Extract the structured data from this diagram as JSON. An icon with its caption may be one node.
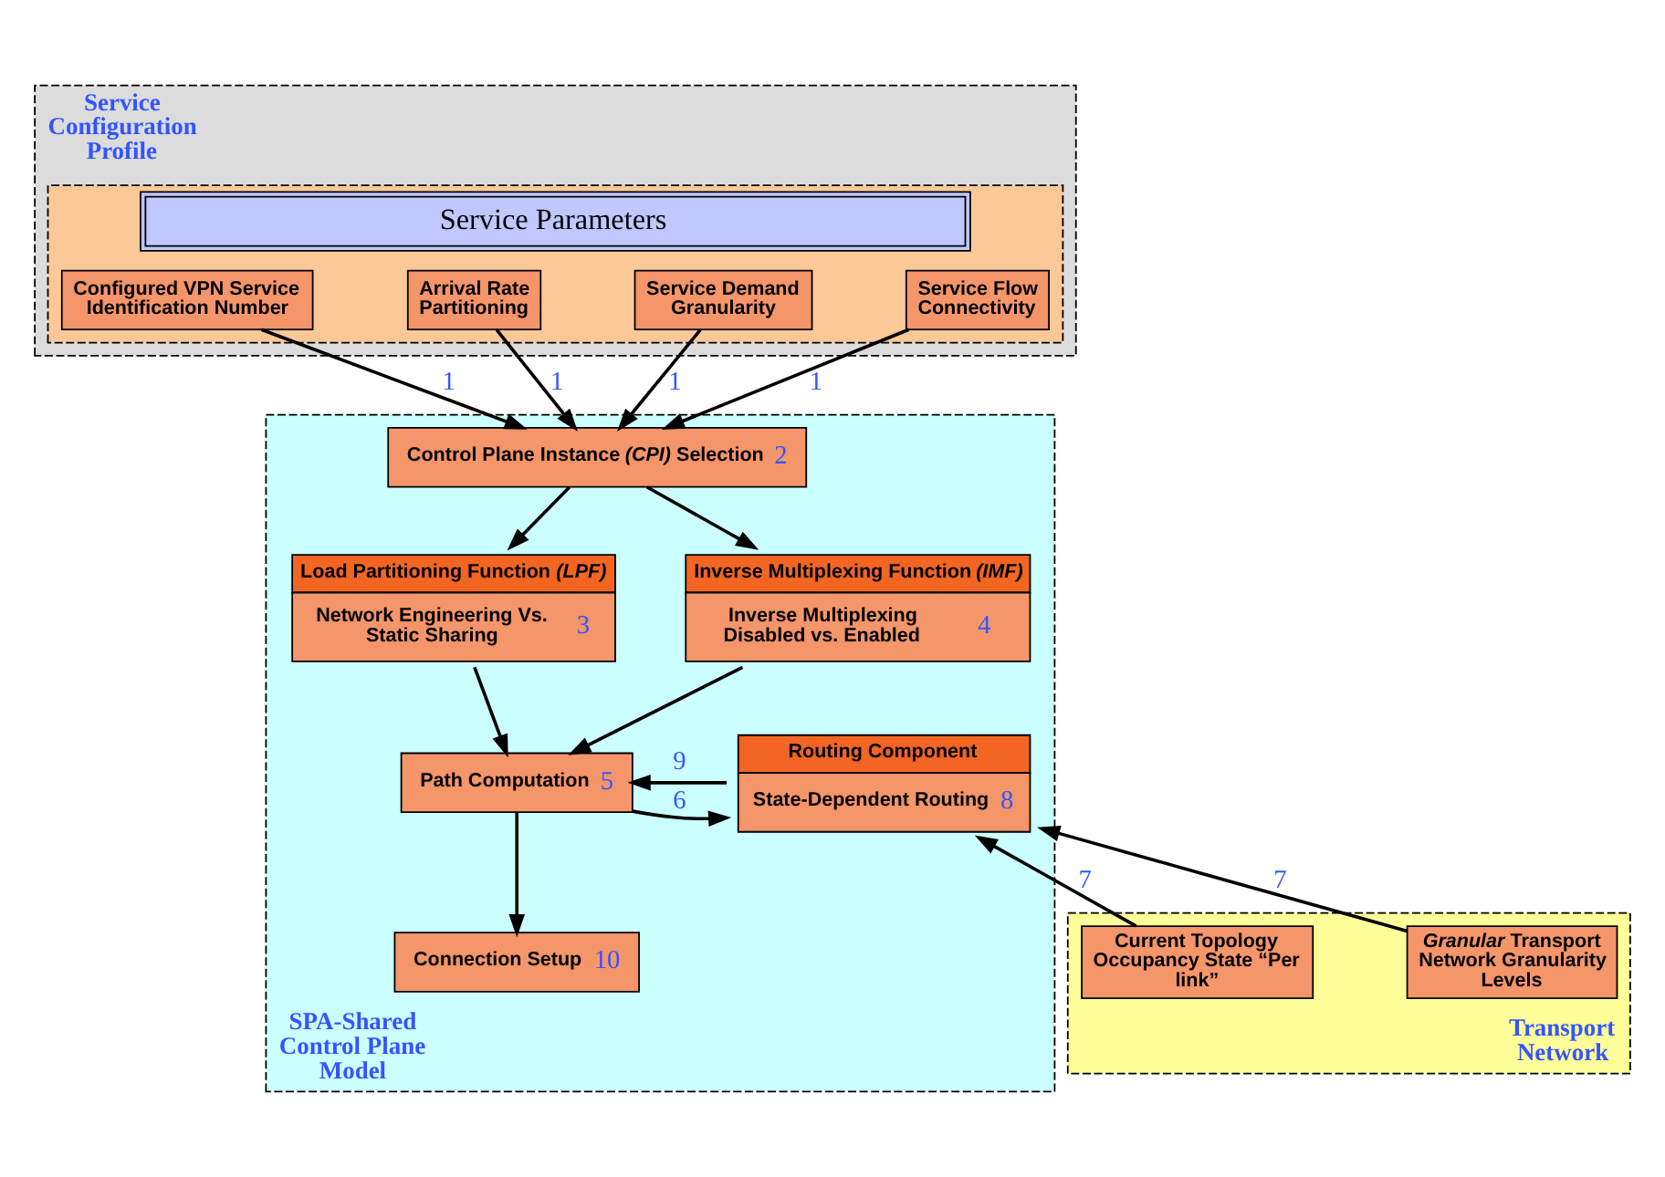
{
  "diagram": {
    "nodes": [
      {
        "text": [
          "Service Configuration Profile"
        ]
      },
      {
        "text": [
          "Service Parameters"
        ],
        "in": 0
      },
      {
        "text": [
          "Configured VPN Service Identification Number"
        ],
        "in": 1
      },
      {
        "text": [
          "Arrival Rate Partitioning"
        ],
        "in": 1
      },
      {
        "text": [
          "Service Demand Granularity"
        ],
        "in": 1
      },
      {
        "text": [
          "Service Flow Connectivity"
        ],
        "in": 1
      },
      {
        "text": [
          "SPA-Shared Control Plane Model"
        ]
      },
      {
        "text": [
          "Control Plane Instance *(CPI)* Selection",
          "2"
        ],
        "in": 6
      },
      {
        "text": [
          "Load Partitioning Function *(LPF)*",
          "Network Engineering Vs. Static Sharing",
          "3"
        ],
        "in": 6
      },
      {
        "text": [
          "Inverse Multiplexing Function *(IMF)*",
          "Inverse Multiplexing Disabled vs. Enabled",
          "4"
        ],
        "in": 6
      },
      {
        "text": [
          "Routing Component",
          "State-Dependent Routing",
          "8"
        ],
        "in": 6
      },
      {
        "text": [
          "Path Computation",
          "5"
        ],
        "in": 6
      },
      {
        "text": [
          "Connection Setup",
          "10"
        ],
        "in": 6
      },
      {
        "text": [
          "Transport Network"
        ]
      },
      {
        "text": [
          "*Granular* Transport Network Granularity Levels"
        ],
        "in": 13
      },
      {
        "text": [
          "Current Topology Occupancy State “Per link”"
        ],
        "in": 13
      }
    ],
    "edges": [
      {
        "from": 2,
        "to": 7,
        "arrow": "to",
        "label": "1"
      },
      {
        "from": 3,
        "to": 7,
        "arrow": "to",
        "label": "1"
      },
      {
        "from": 4,
        "to": 7,
        "arrow": "to",
        "label": "1"
      },
      {
        "from": 5,
        "to": 7,
        "arrow": "to",
        "label": "1"
      },
      {
        "from": 7,
        "to": 8,
        "arrow": "to"
      },
      {
        "from": 7,
        "to": 9,
        "arrow": "to"
      },
      {
        "from": 8,
        "to": 11,
        "arrow": "to"
      },
      {
        "from": 9,
        "to": 11,
        "arrow": "to"
      },
      {
        "from": 10,
        "to": 11,
        "arrow": "to",
        "label": "9"
      },
      {
        "from": 11,
        "to": 10,
        "arrow": "to",
        "label": "6"
      },
      {
        "from": 11,
        "to": 12,
        "arrow": "to"
      },
      {
        "from": 14,
        "to": 10,
        "arrow": "to",
        "label": "7"
      },
      {
        "from": 15,
        "to": 10,
        "arrow": "to",
        "label": "7"
      }
    ]
  }
}
